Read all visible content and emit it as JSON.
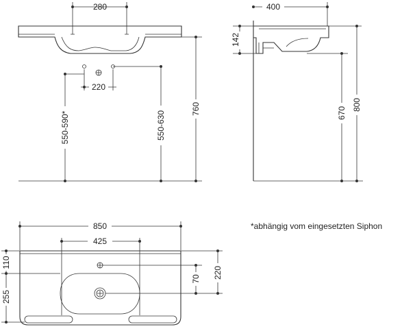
{
  "front_view": {
    "dims": {
      "top_width": "280",
      "outlet_spacing": "220",
      "height_left": "550-590*",
      "height_right": "550-630",
      "total_height": "760"
    }
  },
  "side_view": {
    "dims": {
      "depth": "400",
      "bracket_height": "142",
      "underside_height": "670",
      "rim_height": "800"
    }
  },
  "top_view": {
    "dims": {
      "total_width": "850",
      "inner_width": "425",
      "tap_offset": "110",
      "drain_offset": "255",
      "tap_to_drain": "70",
      "basin_depth": "220"
    }
  },
  "note": "*abhängig vom eingesetzten Siphon"
}
